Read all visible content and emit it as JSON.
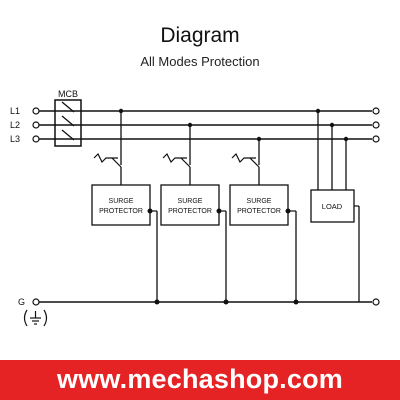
{
  "header": {
    "title": "Diagram",
    "subtitle": "All Modes Protection"
  },
  "diagram": {
    "breaker_label": "MCB",
    "lines": [
      "L1",
      "L2",
      "L3"
    ],
    "ground_label": "G",
    "protectors": [
      {
        "line1": "SURGE",
        "line2": "PROTECTOR"
      },
      {
        "line1": "SURGE",
        "line2": "PROTECTOR"
      },
      {
        "line1": "SURGE",
        "line2": "PROTECTOR"
      }
    ],
    "load_label": "LOAD"
  },
  "banner": {
    "text": "www.mechashop.com",
    "color": "#e52224"
  }
}
